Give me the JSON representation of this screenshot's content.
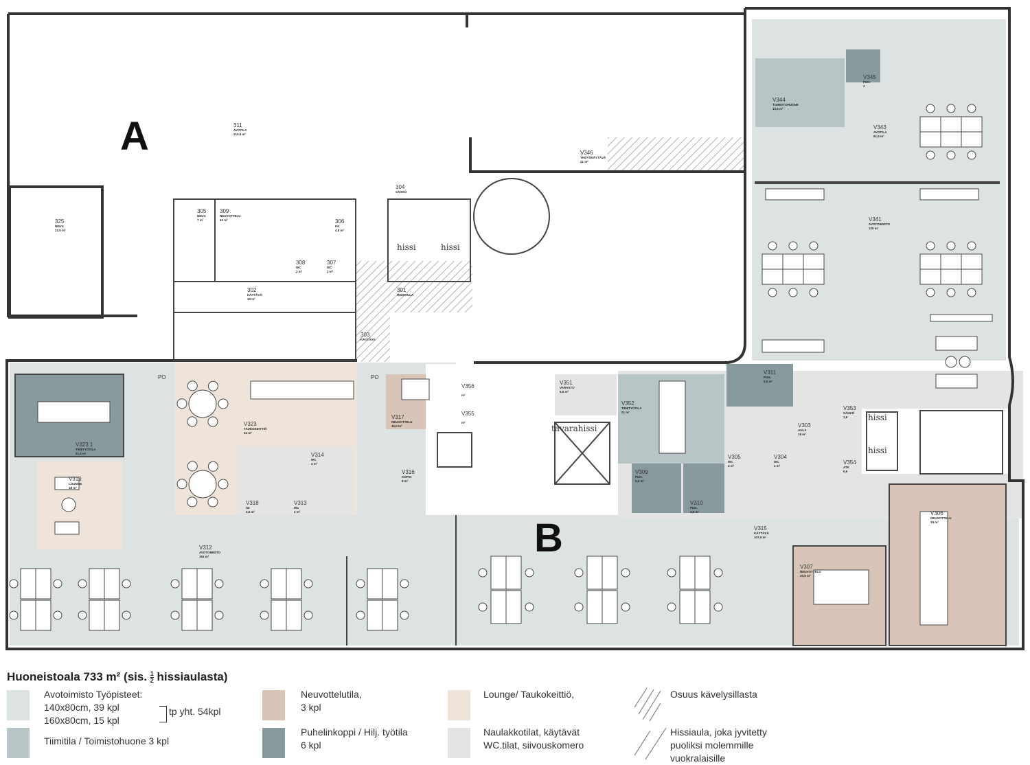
{
  "building_labels": {
    "a": "A",
    "b": "B"
  },
  "elevators": {
    "hissi": "hissi",
    "freight": "tavarahissi",
    "po": "PO"
  },
  "rooms": [
    {
      "id": "311",
      "name": "AVOTILA",
      "area": "210,5 m²"
    },
    {
      "id": "325",
      "name": "NEUV.",
      "area": "23,5 m²"
    },
    {
      "id": "305",
      "name": "NEUV.",
      "area": "7 m²"
    },
    {
      "id": "309",
      "name": "NEUVOTTELU",
      "area": "13 m²"
    },
    {
      "id": "306",
      "name": "KK",
      "area": "4,5 m²"
    },
    {
      "id": "308",
      "name": "WC",
      "area": "2 m²"
    },
    {
      "id": "307",
      "name": "WC",
      "area": "2 m²"
    },
    {
      "id": "302",
      "name": "KÄYTÄVÄ",
      "area": "13 m²"
    },
    {
      "id": "304",
      "name": "SÄHKÖ",
      "area": ""
    },
    {
      "id": "301",
      "name": "HISSIAULA",
      "area": ""
    },
    {
      "id": "303",
      "name": "KÄYTÄVÄ",
      "area": ""
    },
    {
      "id": "V346",
      "name": "YHDYSKÄYTÄVÄ",
      "area": "21 m²"
    },
    {
      "id": "V344",
      "name": "TOIMISTOHUONE",
      "area": "13,5 m²"
    },
    {
      "id": "V345",
      "name": "PUH.",
      "area": "3"
    },
    {
      "id": "V343",
      "name": "AVOTILA",
      "area": "61,5 m²"
    },
    {
      "id": "V341",
      "name": "AVOTOIMISTO",
      "area": "120 m²"
    },
    {
      "id": "V323",
      "name": "TAUKOKEITTIÖ",
      "area": "44 m²"
    },
    {
      "id": "V323.1",
      "name": "TIIMITYÖTILA",
      "area": "21,5 m²"
    },
    {
      "id": "V319",
      "name": "LOUNGE",
      "area": "18 m²"
    },
    {
      "id": "V317",
      "name": "NEUVOTTELU",
      "area": "10,5 m²"
    },
    {
      "id": "V356",
      "name": "",
      "area": "m²"
    },
    {
      "id": "V355",
      "name": "",
      "area": "m²"
    },
    {
      "id": "V316",
      "name": "KOPIO",
      "area": "8 m²"
    },
    {
      "id": "V318",
      "name": "SII",
      "area": "3,5 m²"
    },
    {
      "id": "V314",
      "name": "WC",
      "area": "4 m²"
    },
    {
      "id": "V313",
      "name": "WC",
      "area": "4 m²"
    },
    {
      "id": "V312",
      "name": "AVOTOIMISTO",
      "area": "151 m²"
    },
    {
      "id": "V351",
      "name": "VARASTO",
      "area": "5,5 m²"
    },
    {
      "id": "V352",
      "name": "TIIMITYÖTILA",
      "area": "21 m²"
    },
    {
      "id": "V311",
      "name": "PUH.",
      "area": "5,5 m²"
    },
    {
      "id": "V309",
      "name": "PUH.",
      "area": "5,5 m²"
    },
    {
      "id": "V310",
      "name": "PUH.",
      "area": "4,5 m²"
    },
    {
      "id": "V305",
      "name": "WC",
      "area": "4 m²"
    },
    {
      "id": "V304",
      "name": "WC",
      "area": "4 m²"
    },
    {
      "id": "V303",
      "name": "AULA",
      "area": "18 m²"
    },
    {
      "id": "V353",
      "name": "SÄHKÖ",
      "area": "1,6"
    },
    {
      "id": "V354",
      "name": "ATK",
      "area": "0,6"
    },
    {
      "id": "V315",
      "name": "KÄYTÄVÄ",
      "area": "107,5 m²"
    },
    {
      "id": "V307",
      "name": "NEUVOTTELU",
      "area": "20,5 m²"
    },
    {
      "id": "V306",
      "name": "NEUVOTTELU",
      "area": "34 m²"
    }
  ],
  "legend": {
    "title_prefix": "Huoneistoala 733 m² (sis. ",
    "frac_num": "1",
    "frac_den": "2",
    "title_suffix": " hissiaulasta)",
    "open_office": {
      "title": "Avotoimisto Työpisteet:",
      "line1": "140x80cm, 39 kpl",
      "line2": "160x80cm, 15 kpl",
      "total": "tp yht. 54kpl",
      "color": "#dde3e2"
    },
    "team_room": {
      "label": "Tiimitila / Toimistohuone 3 kpl",
      "color": "#b8c5c6"
    },
    "meeting": {
      "line1": "Neuvottelutila,",
      "line2": "3 kpl",
      "color": "#d8c5b7"
    },
    "phone": {
      "line1": "Puhelinkoppi / Hilj. työtila",
      "line2": "6 kpl",
      "color": "#889a9e"
    },
    "lounge": {
      "line1": "Lounge/ Taukokeittiö,",
      "color": "#efe4da"
    },
    "support": {
      "line1": "Naulakkotilat, käytävät",
      "line2": "WC.tilat, siivouskomero",
      "color": "#e4e4e4"
    },
    "bridge": {
      "label": "Osuus kävelysillasta"
    },
    "lobby": {
      "line1": "Hissiaula, joka jyvitetty",
      "line2": "puoliksi molemmille",
      "line3": "vuokralaisille"
    }
  }
}
